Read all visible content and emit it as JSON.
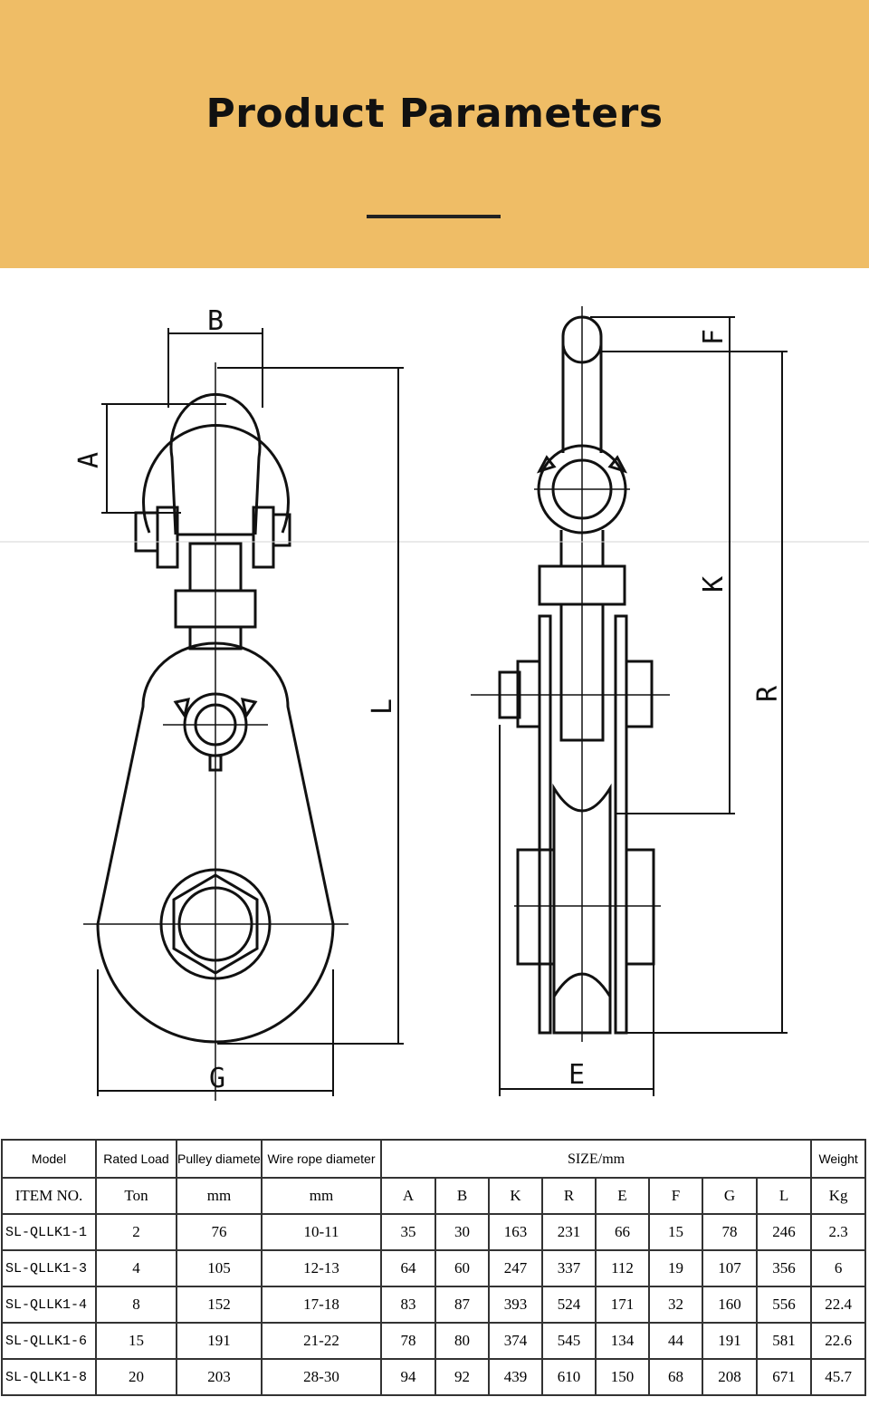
{
  "banner": {
    "title": "Product Parameters"
  },
  "drawing": {
    "labels": {
      "B": "B",
      "A": "A",
      "L": "L",
      "G": "G",
      "F": "F",
      "K": "K",
      "R": "R",
      "E": "E"
    }
  },
  "table": {
    "header": {
      "model": "Model",
      "rated_load": "Rated Load",
      "pulley_diameter": "Pulley diameter",
      "wire_rope_diameter": "Wire rope diameter",
      "size": "SIZE/mm",
      "weight": "Weight"
    },
    "subheader": [
      "ITEM NO.",
      "Ton",
      "mm",
      "mm",
      "A",
      "B",
      "K",
      "R",
      "E",
      "F",
      "G",
      "L",
      "Kg"
    ],
    "rows": [
      [
        "SL-QLLK1-1",
        "2",
        "76",
        "10-11",
        "35",
        "30",
        "163",
        "231",
        "66",
        "15",
        "78",
        "246",
        "2.3"
      ],
      [
        "SL-QLLK1-3",
        "4",
        "105",
        "12-13",
        "64",
        "60",
        "247",
        "337",
        "112",
        "19",
        "107",
        "356",
        "6"
      ],
      [
        "SL-QLLK1-4",
        "8",
        "152",
        "17-18",
        "83",
        "87",
        "393",
        "524",
        "171",
        "32",
        "160",
        "556",
        "22.4"
      ],
      [
        "SL-QLLK1-6",
        "15",
        "191",
        "21-22",
        "78",
        "80",
        "374",
        "545",
        "134",
        "44",
        "191",
        "581",
        "22.6"
      ],
      [
        "SL-QLLK1-8",
        "20",
        "203",
        "28-30",
        "94",
        "92",
        "439",
        "610",
        "150",
        "68",
        "208",
        "671",
        "45.7"
      ]
    ]
  }
}
